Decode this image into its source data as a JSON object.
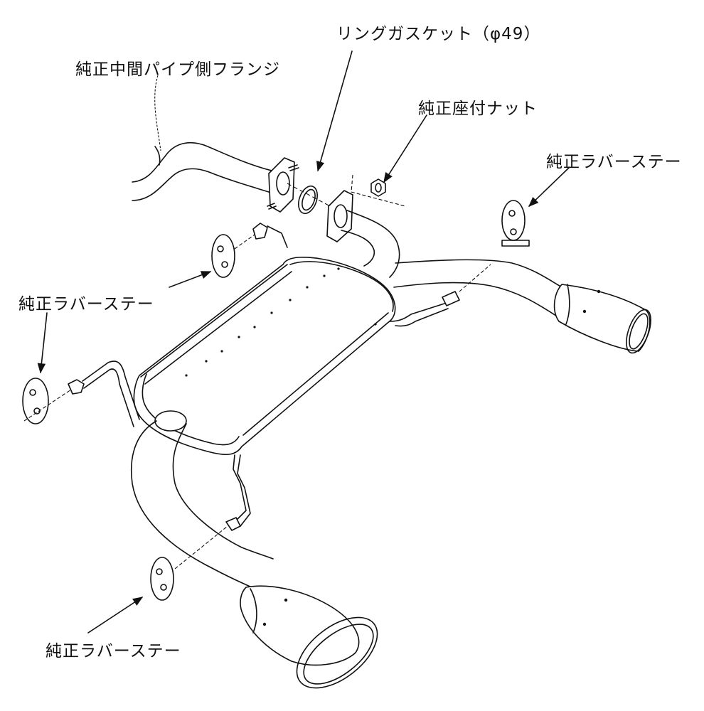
{
  "labels": {
    "flange": "純正中間パイプ側フランジ",
    "gasket": "リングガスケット（φ49）",
    "nut": "純正座付ナット",
    "rubber_stay_right": "純正ラバーステー",
    "rubber_stay_left": "純正ラバーステー",
    "rubber_stay_bottom": "純正ラバーステー"
  }
}
